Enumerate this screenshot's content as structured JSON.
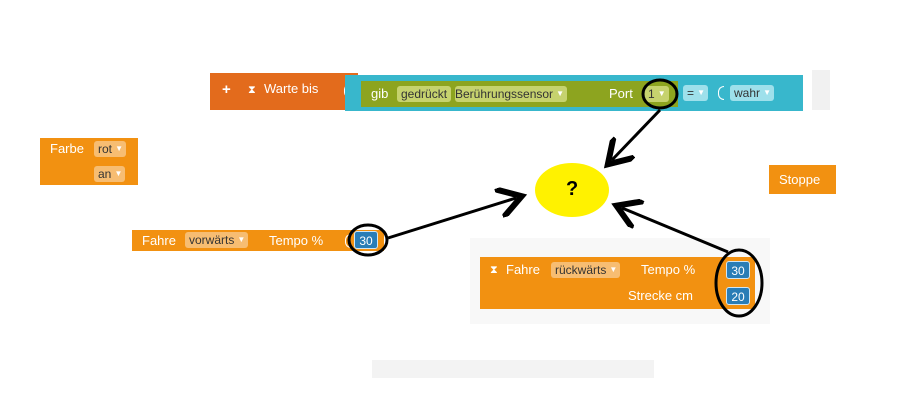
{
  "wait_block": {
    "plus": "+",
    "hourglass": "⧗",
    "label": "Warte bis",
    "sensor": {
      "prefix": "gib",
      "mode": "gedrückt",
      "sensor_type": "Berührungssensor",
      "port_label": "Port",
      "port_value": "1"
    },
    "operator": "=",
    "value": "wahr"
  },
  "color_block": {
    "label": "Farbe",
    "color": "rot",
    "state": "an"
  },
  "forward_block": {
    "label": "Fahre",
    "direction": "vorwärts",
    "speed_label": "Tempo %",
    "speed_value": "30"
  },
  "backward_block": {
    "hourglass": "⧗",
    "label": "Fahre",
    "direction": "rückwärts",
    "speed_label": "Tempo %",
    "speed_value": "30",
    "distance_label": "Strecke cm",
    "distance_value": "20"
  },
  "stop_block": {
    "label": "Stoppe"
  },
  "center_marker": {
    "text": "?",
    "color": "#fff200"
  }
}
